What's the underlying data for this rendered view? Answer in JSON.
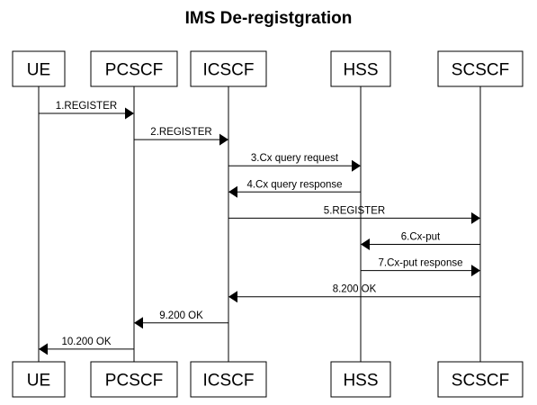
{
  "title": "IMS De-registgration",
  "participants": [
    "UE",
    "PCSCF",
    "ICSCF",
    "HSS",
    "SCSCF"
  ],
  "messages": [
    {
      "from": "UE",
      "to": "PCSCF",
      "label": "1.REGISTER"
    },
    {
      "from": "PCSCF",
      "to": "ICSCF",
      "label": "2.REGISTER"
    },
    {
      "from": "ICSCF",
      "to": "HSS",
      "label": "3.Cx query request"
    },
    {
      "from": "HSS",
      "to": "ICSCF",
      "label": "4.Cx query response"
    },
    {
      "from": "ICSCF",
      "to": "SCSCF",
      "label": "5.REGISTER"
    },
    {
      "from": "SCSCF",
      "to": "HSS",
      "label": "6.Cx-put"
    },
    {
      "from": "HSS",
      "to": "SCSCF",
      "label": "7.Cx-put response"
    },
    {
      "from": "SCSCF",
      "to": "ICSCF",
      "label": "8.200 OK"
    },
    {
      "from": "ICSCF",
      "to": "PCSCF",
      "label": "9.200 OK"
    },
    {
      "from": "PCSCF",
      "to": "UE",
      "label": "10.200 OK"
    }
  ],
  "colors": {
    "line": "#000000",
    "box_fill": "#ffffff",
    "background": "#ffffff"
  }
}
